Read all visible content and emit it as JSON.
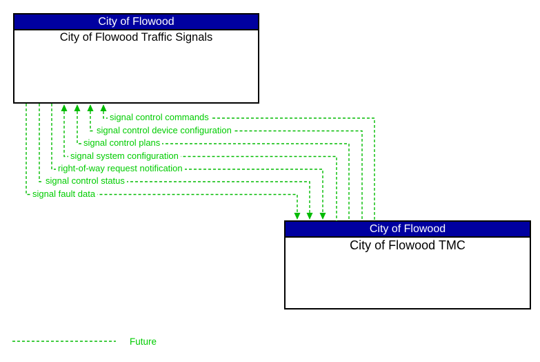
{
  "boxes": [
    {
      "header": "City of Flowood",
      "title": "City of Flowood Traffic Signals"
    },
    {
      "header": "City of Flowood",
      "title": "City of Flowood TMC"
    }
  ],
  "flows": [
    {
      "label": "signal control commands",
      "direction": "into-traffic-signals"
    },
    {
      "label": "signal control device configuration",
      "direction": "into-traffic-signals"
    },
    {
      "label": "signal control plans",
      "direction": "into-traffic-signals"
    },
    {
      "label": "signal system configuration",
      "direction": "into-traffic-signals"
    },
    {
      "label": "right-of-way request notification",
      "direction": "into-tmc"
    },
    {
      "label": "signal control status",
      "direction": "into-tmc"
    },
    {
      "label": "signal fault data",
      "direction": "into-tmc"
    }
  ],
  "legend": {
    "label": "Future",
    "line_style": "dashed"
  },
  "colors": {
    "flow_line": "#00BB00",
    "flow_label": "#00CC00",
    "header_bg": "#0000A0",
    "header_text": "#FFFFFF",
    "box_border": "#000000",
    "background": "#FFFFFF"
  }
}
